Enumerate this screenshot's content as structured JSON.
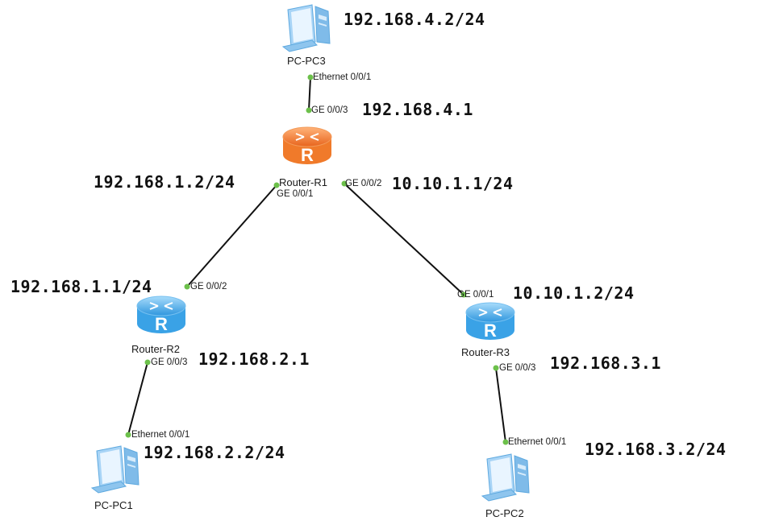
{
  "devices": {
    "pc3": {
      "name": "PC-PC3",
      "icon": "pc-icon"
    },
    "r1": {
      "name": "Router-R1",
      "icon": "router-icon",
      "color": "#f07a2a"
    },
    "r2": {
      "name": "Router-R2",
      "icon": "router-icon",
      "color": "#3aa2e6"
    },
    "r3": {
      "name": "Router-R3",
      "icon": "router-icon",
      "color": "#3aa2e6"
    },
    "pc1": {
      "name": "PC-PC1",
      "icon": "pc-icon"
    },
    "pc2": {
      "name": "PC-PC2",
      "icon": "pc-icon"
    }
  },
  "ports": {
    "pc3_eth": "Ethernet 0/0/1",
    "r1_ge003": "GE 0/0/3",
    "r1_ge001": "GE 0/0/1",
    "r1_ge002": "GE 0/0/2",
    "r2_ge002": "GE 0/0/2",
    "r2_ge003": "GE 0/0/3",
    "r3_ge001": "GE 0/0/1",
    "r3_ge003": "GE 0/0/3",
    "pc1_eth": "Ethernet 0/0/1",
    "pc2_eth": "Ethernet 0/0/1"
  },
  "ips": {
    "pc3": "192.168.4.2/24",
    "r1_ge003": "192.168.4.1",
    "r1_ge001": "192.168.1.2/24",
    "r1_ge002": "10.10.1.1/24",
    "r2_ge002": "192.168.1.1/24",
    "r3_ge001": "10.10.1.2/24",
    "r2_ge003": "192.168.2.1",
    "r3_ge003": "192.168.3.1",
    "pc1": "192.168.2.2/24",
    "pc2": "192.168.3.2/24"
  },
  "colors": {
    "link": "#111111",
    "port_dot": "#6cc04a"
  }
}
